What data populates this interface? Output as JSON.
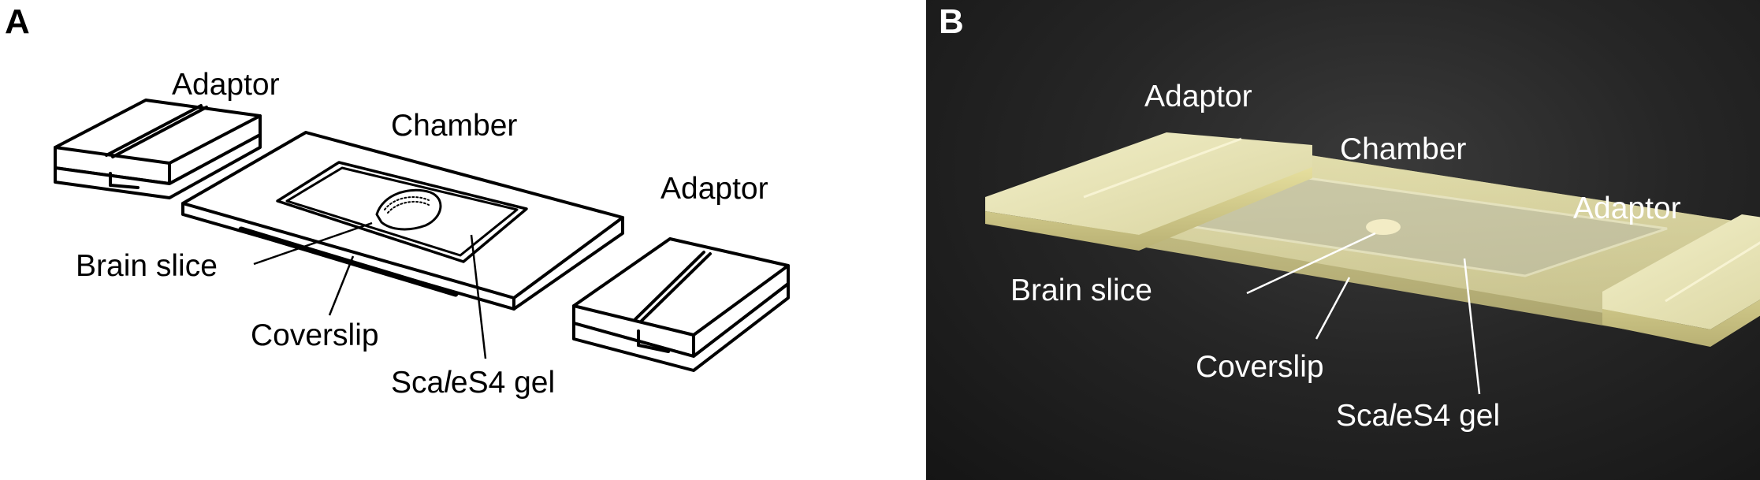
{
  "panel_a": {
    "letter": "A",
    "labels": {
      "adaptor_left": "Adaptor",
      "chamber": "Chamber",
      "adaptor_right": "Adaptor",
      "brain_slice": "Brain slice",
      "coverslip": "Coverslip",
      "gel_prefix": "Sca",
      "gel_italic": "l",
      "gel_suffix": "eS4 gel"
    }
  },
  "panel_b": {
    "letter": "B",
    "labels": {
      "adaptor_left": "Adaptor",
      "chamber": "Chamber",
      "adaptor_right": "Adaptor",
      "brain_slice": "Brain slice",
      "coverslip": "Coverslip",
      "gel_prefix": "Sca",
      "gel_italic": "l",
      "gel_suffix": "eS4 gel"
    }
  },
  "colors": {
    "line_art": "#000000",
    "photo_background": "#222222",
    "acrylic": "#e8e4b0",
    "label_on_photo": "#ffffff"
  }
}
